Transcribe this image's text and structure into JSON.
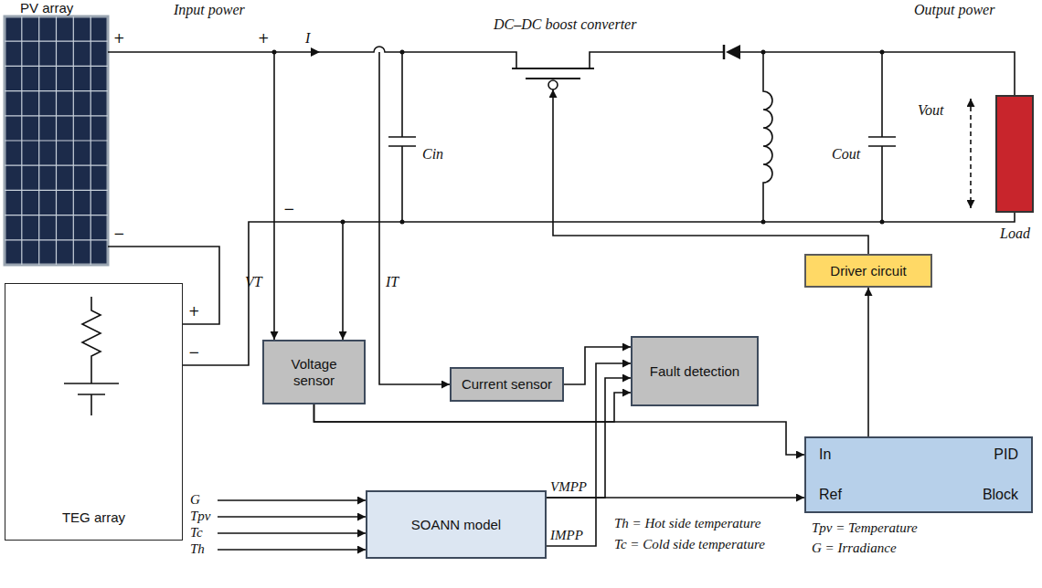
{
  "diagram": {
    "nodes": [
      {
        "text": [
          "TEG array"
        ]
      },
      {
        "text": [
          "Voltage sensor"
        ]
      },
      {
        "text": [
          "Current sensor"
        ]
      },
      {
        "text": [
          "Fault detection"
        ]
      },
      {
        "text": [
          "Driver circuit"
        ]
      },
      {
        "text": [
          "SOANN model"
        ]
      },
      {
        "text": [
          "In",
          "PID",
          "Ref",
          "Block"
        ]
      }
    ],
    "edges": [
      {
        "from": 2,
        "to": 3,
        "arrow": "to"
      },
      {
        "from": 1,
        "to": 3,
        "arrow": "to"
      },
      {
        "from": 5,
        "to": 3,
        "arrow": "to"
      },
      {
        "from": 5,
        "to": 3,
        "arrow": "to"
      },
      {
        "from": 1,
        "to": 6,
        "arrow": "to"
      },
      {
        "from": 5,
        "to": 6,
        "arrow": "to"
      },
      {
        "from": 6,
        "to": 4,
        "arrow": "to"
      }
    ],
    "labels": [
      "PV array",
      "Input power",
      "DC–DC boost converter",
      "Output power",
      "+",
      "I",
      "+",
      "−",
      "Cin",
      "Cout",
      "Vout",
      "Load",
      "−",
      "+",
      "−",
      "VT",
      "IT",
      "G",
      "Tpv",
      "Tc",
      "Th",
      "VMPP",
      "IMPP",
      "Th = Hot side temperature",
      "Tc = Cold side temperature",
      "Tpv = Temperature",
      "G = Irradiance"
    ]
  }
}
